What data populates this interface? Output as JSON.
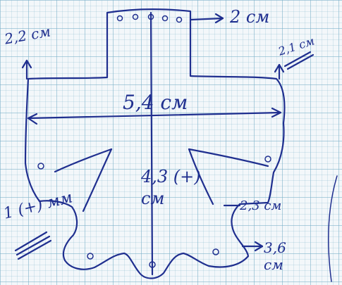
{
  "labels": {
    "top_width": "2 см",
    "left_height": "2,2 см",
    "right_height": "2,1 см",
    "total_width": "5,4 см",
    "center_height": "4,3 (+) см",
    "side_label": "1 (+) мм",
    "right_mid": "2,3 см",
    "right_bottom": "3,6 см"
  },
  "colors": {
    "ink": "#1f2f8f",
    "grid": "#78afc8",
    "paper": "#f3f7fa"
  }
}
